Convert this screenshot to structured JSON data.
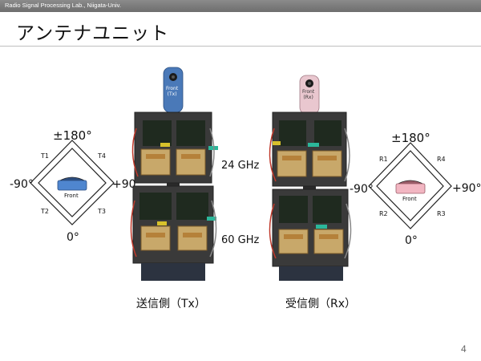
{
  "header": {
    "lab_name": "Radio Signal Processing Lab., Niigata-Univ."
  },
  "slide": {
    "title": "アンテナユニット",
    "page_number": "4"
  },
  "tx": {
    "caption": "送信側（Tx）",
    "front_label": "Front",
    "front_tag": "Front\n(Tx)",
    "top_angle": "±180°",
    "left_angle": "-90°",
    "right_angle": "+90°",
    "bottom_angle": "0°",
    "corner_tl": "T1",
    "corner_tr": "T4",
    "corner_bl": "T2",
    "corner_br": "T3",
    "color": "#4f86cf"
  },
  "rx": {
    "caption": "受信側（Rx）",
    "front_label": "Front",
    "front_tag": "Front\n(Rx)",
    "top_angle": "±180°",
    "left_angle": "-90°",
    "right_angle": "+90°",
    "bottom_angle": "0°",
    "corner_tl": "R1",
    "corner_tr": "R4",
    "corner_bl": "R2",
    "corner_br": "R3",
    "color": "#f2b6c2"
  },
  "bands": {
    "upper": "24 GHz",
    "lower": "60 GHz"
  }
}
